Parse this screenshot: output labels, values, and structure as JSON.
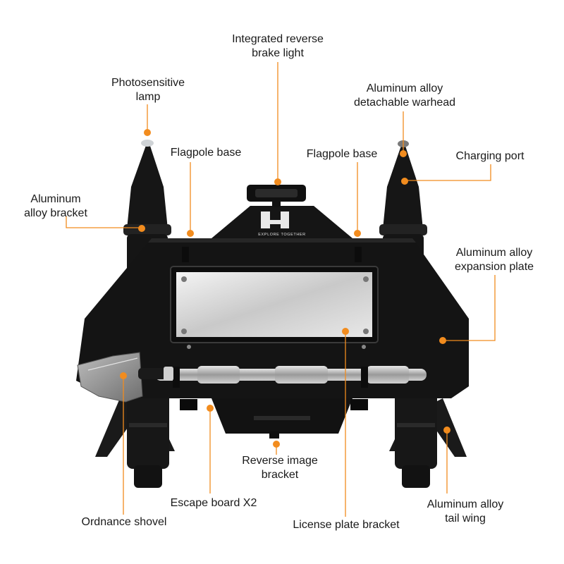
{
  "labels": {
    "reverse_brake_light": [
      "Integrated reverse",
      "brake light"
    ],
    "photosensitive_lamp": [
      "Photosensitive",
      "lamp"
    ],
    "warhead": [
      "Aluminum alloy",
      "detachable warhead"
    ],
    "flagpole_left": "Flagpole base",
    "flagpole_right": "Flagpole base",
    "charging_port": "Charging port",
    "bracket": [
      "Aluminum",
      "alloy bracket"
    ],
    "expansion_plate": [
      "Aluminum alloy",
      "expansion plate"
    ],
    "reverse_image": [
      "Reverse image",
      "bracket"
    ],
    "escape_board": "Escape board X2",
    "tail_wing": [
      "Aluminum alloy",
      "tail wing"
    ],
    "shovel": "Ordnance shovel",
    "license_plate": "License plate bracket"
  },
  "logo_text": "EXPLORE TOGETHER",
  "colors": {
    "accent": "#f28c1e",
    "body": "#141414",
    "text": "#1a1a1a"
  }
}
